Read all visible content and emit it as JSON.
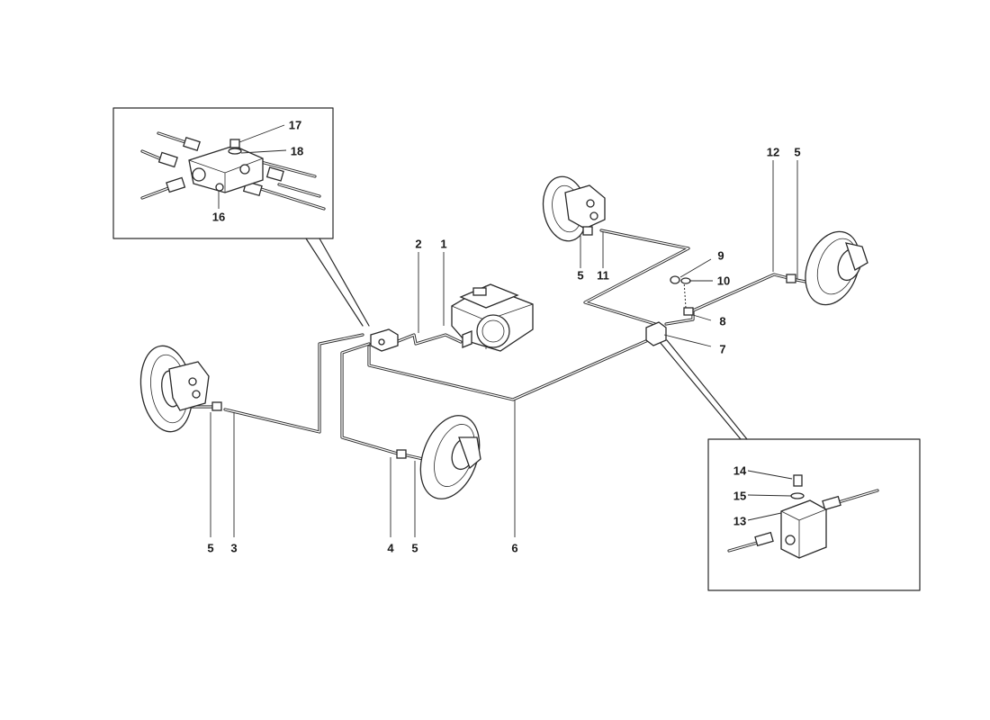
{
  "callouts": {
    "c1": "1",
    "c2": "2",
    "c3": "3",
    "c4": "4",
    "c5a": "5",
    "c5b": "5",
    "c5c": "5",
    "c5d": "5",
    "c6": "6",
    "c7": "7",
    "c8": "8",
    "c9": "9",
    "c10": "10",
    "c11": "11",
    "c12": "12",
    "c13": "13",
    "c14": "14",
    "c15": "15",
    "c16": "16",
    "c17": "17",
    "c18": "18"
  },
  "colors": {
    "line": "#2a2a2a",
    "background": "#ffffff"
  }
}
